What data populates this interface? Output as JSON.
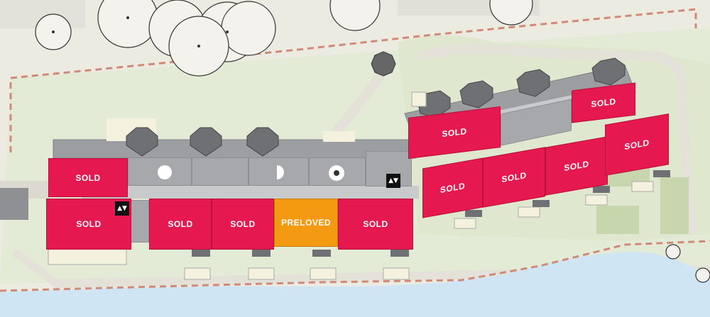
{
  "colors": {
    "sold": "#e5194f",
    "preloved": "#f39a12",
    "water": "#cfe5f3",
    "grass": "#dfe8cf",
    "path": "#e8e6dc",
    "boundary": "#d08a7a"
  },
  "units": [
    {
      "id": "u1",
      "label": "SOLD"
    },
    {
      "id": "u2",
      "label": "SOLD"
    },
    {
      "id": "u3",
      "label": "SOLD"
    },
    {
      "id": "u4",
      "label": "SOLD"
    },
    {
      "id": "u5",
      "label": "PRELOVED"
    },
    {
      "id": "u6",
      "label": "SOLD"
    },
    {
      "id": "u7",
      "label": "SOLD"
    },
    {
      "id": "u8",
      "label": "SOLD"
    },
    {
      "id": "u9",
      "label": "SOLD"
    },
    {
      "id": "u10",
      "label": "SOLD"
    },
    {
      "id": "u11",
      "label": "SOLD"
    },
    {
      "id": "u12",
      "label": "SOLD"
    }
  ],
  "lifts": [
    {
      "label": "▲▼"
    },
    {
      "label": "▲▼"
    }
  ],
  "icons": [
    "tree-icon",
    "lift-icon",
    "gazebo-icon"
  ]
}
